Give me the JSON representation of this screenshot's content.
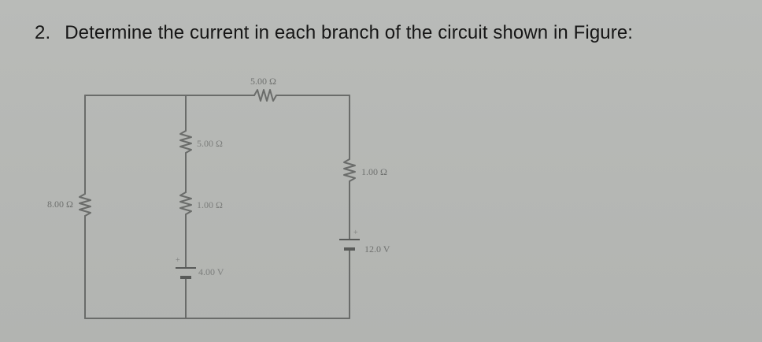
{
  "question": {
    "number": "2.",
    "text": "Determine the current in each branch of the circuit shown in Figure:"
  },
  "circuit": {
    "top_resistor": "5.00 Ω",
    "middle_upper_resistor": "5.00 Ω",
    "right_resistor": "1.00 Ω",
    "left_resistor": "8.00 Ω",
    "middle_lower_resistor": "1.00 Ω",
    "middle_battery": "4.00 V",
    "right_battery": "12.0 V",
    "plus_sign": "+"
  },
  "colors": {
    "paper": "#b7b9b6",
    "wire": "#6a6c6a",
    "text": "#161616"
  }
}
